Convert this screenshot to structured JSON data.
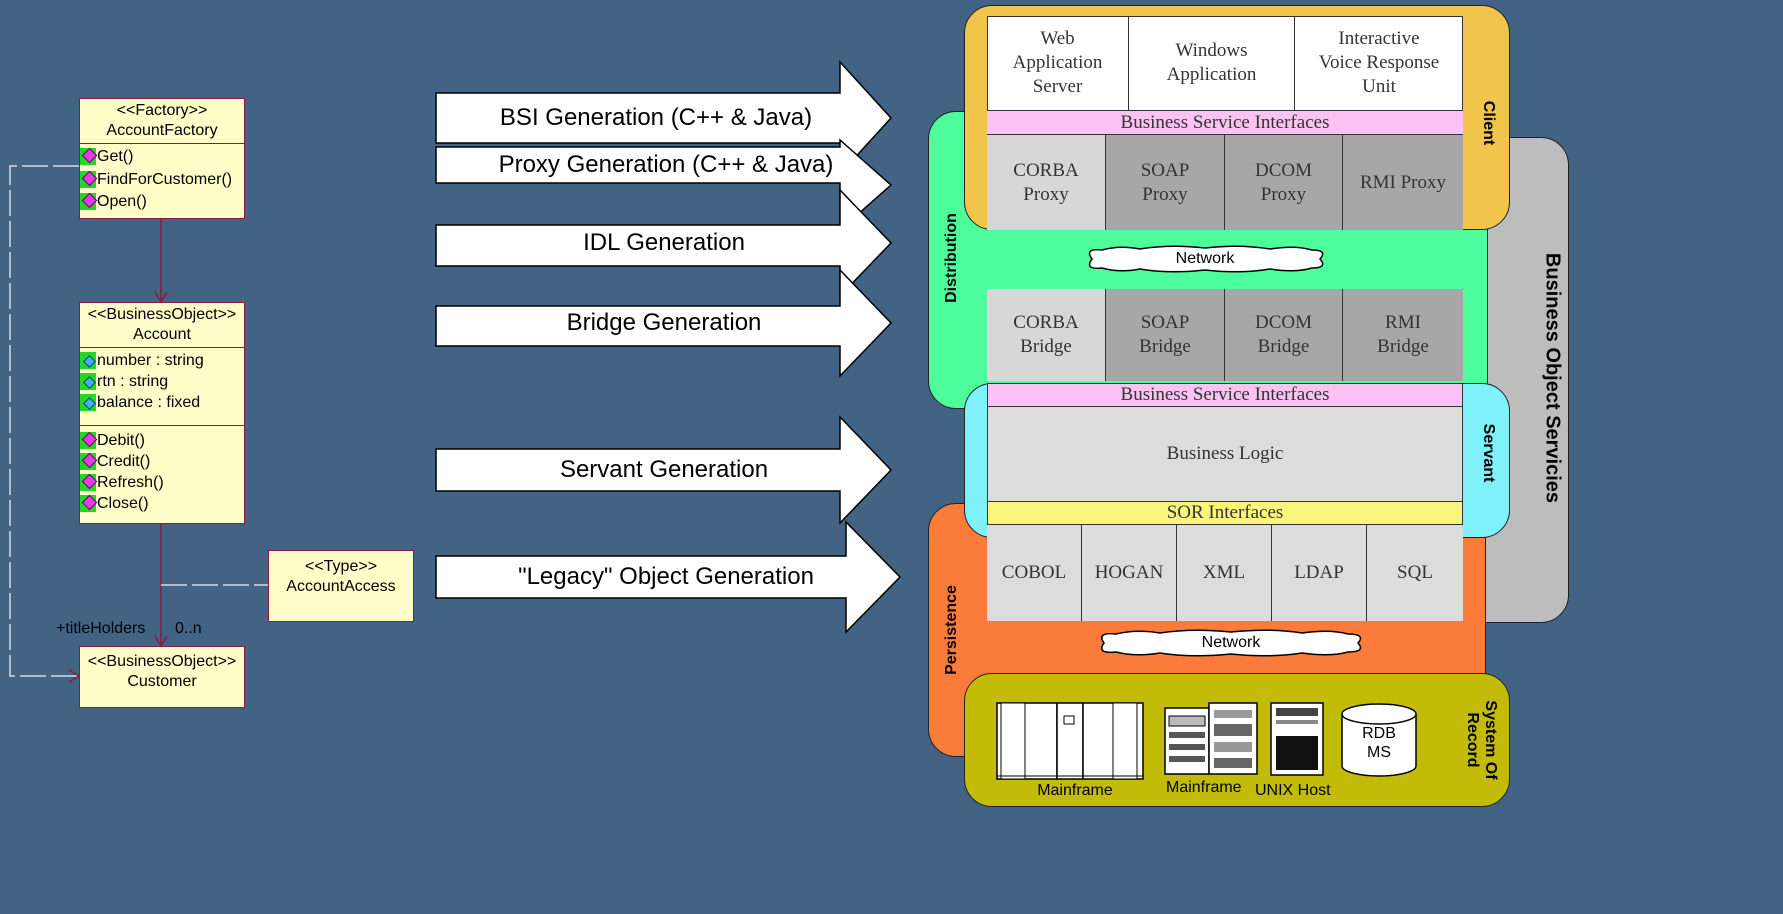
{
  "uml": {
    "factory": {
      "stereotype": "<<Factory>>",
      "name": "AccountFactory",
      "ops": [
        "Get()",
        "FindForCustomer()",
        "Open()"
      ]
    },
    "account": {
      "stereotype": "<<BusinessObject>>",
      "name": "Account",
      "attrs": [
        "number : string",
        "rtn : string",
        "balance : fixed"
      ],
      "ops": [
        "Debit()",
        "Credit()",
        "Refresh()",
        "Close()"
      ]
    },
    "access": {
      "stereotype": "<<Type>>",
      "name": "AccountAccess"
    },
    "customer": {
      "stereotype": "<<BusinessObject>>",
      "name": "Customer"
    },
    "role": "+titleHolders",
    "multiplicity": "0..n"
  },
  "arrows": [
    "BSI Generation (C++ & Java)",
    "Proxy Generation (C++ & Java)",
    "IDL Generation",
    "Bridge Generation",
    "Servant Generation",
    "\"Legacy\" Object Generation"
  ],
  "architecture": {
    "side_label": "Business Object Servicies",
    "client": {
      "label": "Client",
      "apps": [
        "Web\nApplication\nServer",
        "Windows\nApplication",
        "Interactive\nVoice Response\nUnit"
      ],
      "bsi": "Business Service Interfaces",
      "proxies": [
        "CORBA\nProxy",
        "SOAP\nProxy",
        "DCOM\nProxy",
        "RMI Proxy"
      ]
    },
    "distribution": {
      "label": "Distribution",
      "network": "Network",
      "bridges": [
        "CORBA\nBridge",
        "SOAP\nBridge",
        "DCOM\nBridge",
        "RMI\nBridge"
      ]
    },
    "servant": {
      "label": "Servant",
      "bsi": "Business Service Interfaces",
      "logic": "Business Logic",
      "sor": "SOR Interfaces"
    },
    "persistence": {
      "label": "Persistence",
      "sources": [
        "COBOL",
        "HOGAN",
        "XML",
        "LDAP",
        "SQL"
      ],
      "network": "Network"
    },
    "sor": {
      "label": "System Of\nRecord",
      "items": [
        "Mainframe",
        "Mainframe",
        "UNIX Host"
      ],
      "rdbms": "RDB\nMS"
    }
  },
  "colors": {
    "background": "#426383",
    "client": "#f1c44c",
    "distribution": "#4dfd9b",
    "servant": "#7ff1fb",
    "persistence": "#fb7c3a",
    "sor": "#c2bc09",
    "bos": "#bdbdbd",
    "bsi": "#fbc2f3",
    "sor_if": "#fbf57c",
    "uml_fill": "#fffdc8"
  }
}
